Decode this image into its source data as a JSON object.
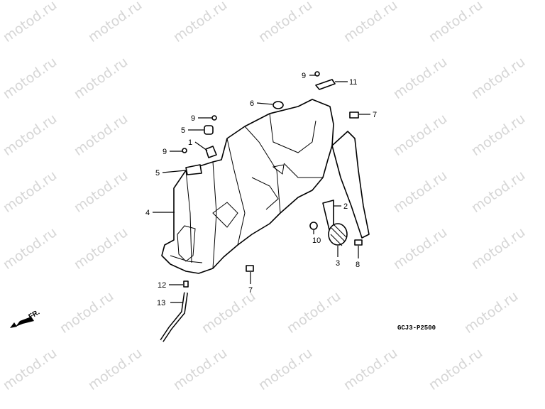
{
  "diagram": {
    "watermark": "motod.ru",
    "code": "GCJ3-P2500",
    "direction_label": "FR.",
    "callouts": [
      {
        "id": "9a",
        "text": "9"
      },
      {
        "id": "11",
        "text": "11"
      },
      {
        "id": "6",
        "text": "6"
      },
      {
        "id": "7a",
        "text": "7"
      },
      {
        "id": "9b",
        "text": "9"
      },
      {
        "id": "5a",
        "text": "5"
      },
      {
        "id": "1",
        "text": "1"
      },
      {
        "id": "9c",
        "text": "9"
      },
      {
        "id": "5b",
        "text": "5"
      },
      {
        "id": "4",
        "text": "4"
      },
      {
        "id": "2",
        "text": "2"
      },
      {
        "id": "10",
        "text": "10"
      },
      {
        "id": "8",
        "text": "8"
      },
      {
        "id": "3",
        "text": "3"
      },
      {
        "id": "7b",
        "text": "7"
      },
      {
        "id": "12",
        "text": "12"
      },
      {
        "id": "13",
        "text": "13"
      }
    ]
  }
}
